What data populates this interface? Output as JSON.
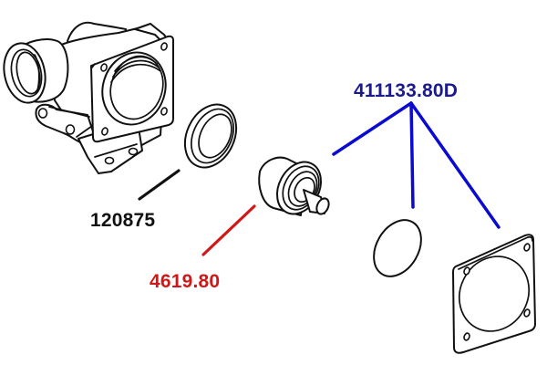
{
  "diagram": {
    "type": "exploded-parts-diagram",
    "subject": "thermostat housing assembly",
    "parts": [
      {
        "id": "housing",
        "description": "thermostat housing with hose outlet and mounting flange"
      },
      {
        "id": "seal-ring",
        "description": "seal ring"
      },
      {
        "id": "thermostat",
        "description": "thermostat"
      },
      {
        "id": "o-ring",
        "description": "o-ring"
      },
      {
        "id": "flange-gasket",
        "description": "square flange gasket with four bolt holes"
      }
    ],
    "labels": [
      {
        "id": "housing",
        "text": "120875",
        "color": "#111111",
        "points_to": [
          "seal-ring"
        ]
      },
      {
        "id": "thermostat",
        "text": "4619.80",
        "color": "#d01818",
        "points_to": [
          "thermostat"
        ]
      },
      {
        "id": "kit",
        "text": "411133.80D",
        "color": "#1a1a8c",
        "points_to": [
          "thermostat",
          "o-ring",
          "flange-gasket"
        ]
      }
    ],
    "leader_colors": {
      "housing": "#111111",
      "thermostat": "#d01818",
      "kit": "#0a0ad0"
    }
  }
}
